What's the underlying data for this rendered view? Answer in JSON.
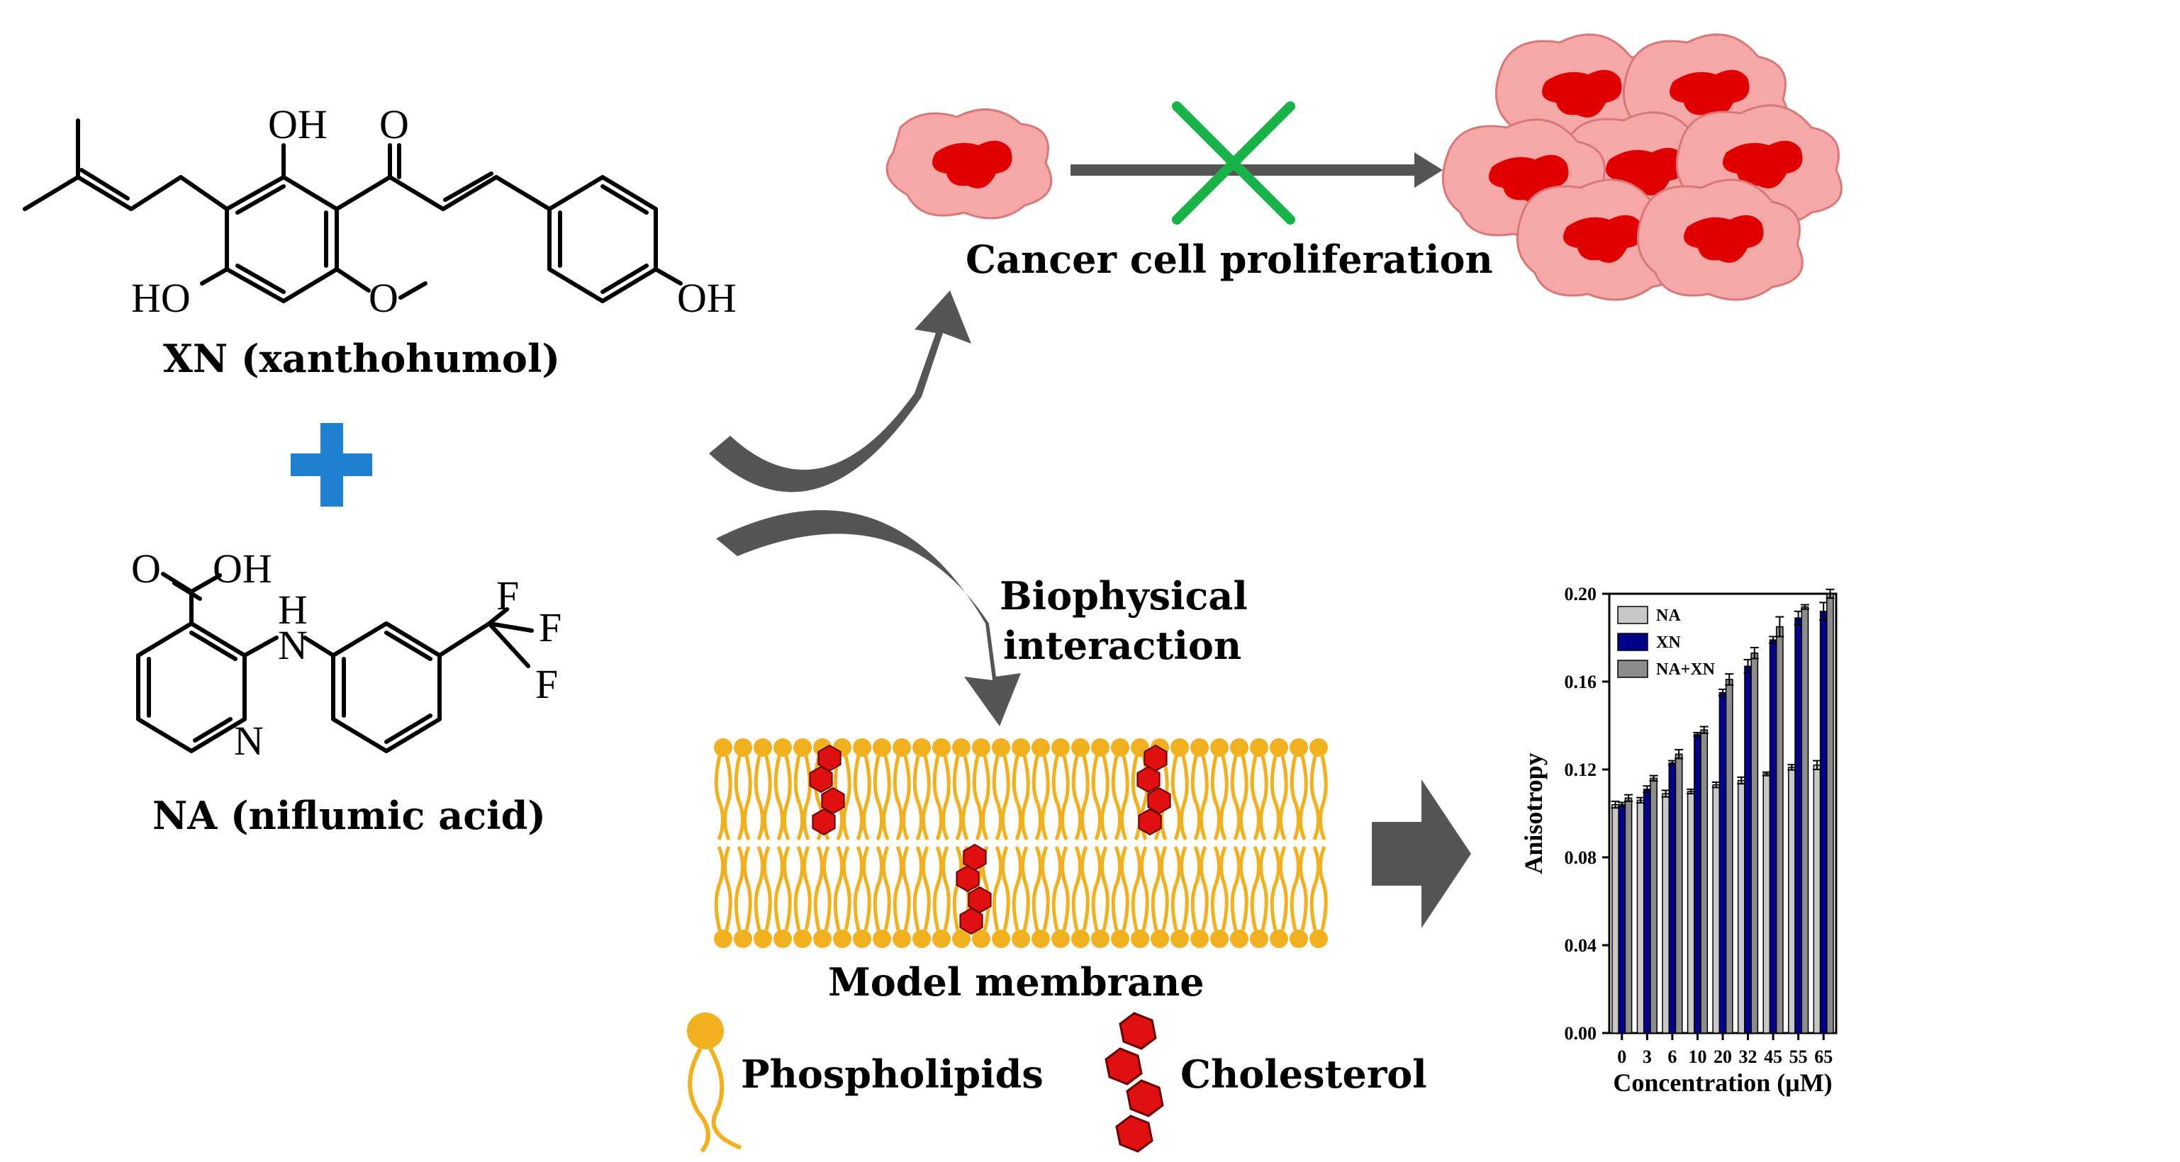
{
  "molecules": {
    "xn": {
      "label": "XN (xanthohumol)",
      "atoms": {
        "oh_top": "OH",
        "o_ketone": "O",
        "ho_left": "HO",
        "oh_right": "OH"
      }
    },
    "plus_color": "#1f7fd1",
    "na": {
      "label": "NA (niflumic acid)",
      "atoms": {
        "acid": "O",
        "acid_oh": "OH",
        "nh_h": "H",
        "nh_n": "N",
        "ring_n": "N",
        "f1": "F",
        "f2": "F",
        "f3": "F"
      }
    }
  },
  "top_panel": {
    "caption": "Cancer cell proliferation",
    "block_mark_color": "#19b34a",
    "cell_outer_color": "#f6a8a8",
    "cell_inner_color": "#e00000"
  },
  "arrows": {
    "interaction_label_line1": "Biophysical",
    "interaction_label_line2": "interaction",
    "arrow_color": "#555555"
  },
  "membrane": {
    "caption": "Model membrane",
    "lipid_color": "#f0b020",
    "cholesterol_color": "#e01010",
    "legend_phospholipids": "Phospholipids",
    "legend_cholesterol": "Cholesterol"
  },
  "chart_data": {
    "type": "bar",
    "categories": [
      "0",
      "3",
      "6",
      "10",
      "20",
      "32",
      "45",
      "55",
      "65"
    ],
    "series": [
      {
        "name": "NA",
        "color": "#c8c8c8",
        "values": [
          0.104,
          0.106,
          0.109,
          0.11,
          0.113,
          0.115,
          0.118,
          0.121,
          0.122
        ],
        "errors": [
          0.0015,
          0.0012,
          0.0015,
          0.001,
          0.0012,
          0.0015,
          0.0008,
          0.0012,
          0.002
        ]
      },
      {
        "name": "XN",
        "color": "#00008b",
        "values": [
          0.104,
          0.111,
          0.123,
          0.136,
          0.155,
          0.167,
          0.179,
          0.189,
          0.192
        ],
        "errors": [
          0.001,
          0.0015,
          0.001,
          0.0008,
          0.0015,
          0.003,
          0.0015,
          0.003,
          0.004
        ]
      },
      {
        "name": "NA+XN",
        "color": "#8c8c8c",
        "values": [
          0.107,
          0.116,
          0.127,
          0.138,
          0.161,
          0.173,
          0.185,
          0.194,
          0.2
        ],
        "errors": [
          0.0015,
          0.0012,
          0.002,
          0.0015,
          0.0025,
          0.0025,
          0.0045,
          0.001,
          0.002
        ]
      }
    ],
    "xlabel": "Concentration (μM)",
    "ylabel": "Anisotropy",
    "ylim": [
      0.0,
      0.2
    ],
    "yticks": [
      "0.00",
      "0.04",
      "0.08",
      "0.12",
      "0.16",
      "0.20"
    ],
    "legend": "top-left"
  }
}
